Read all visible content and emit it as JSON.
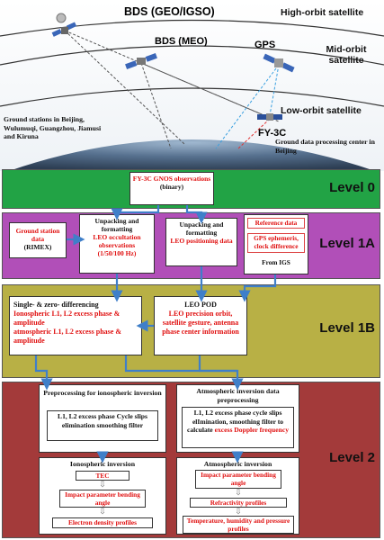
{
  "top": {
    "bds_geo": "BDS (GEO/IGSO)",
    "high_orbit": "High-orbit satellite",
    "bds_meo": "BDS (MEO)",
    "gps": "GPS",
    "mid_orbit": "Mid-orbit satellite",
    "fy3c": "FY-3C",
    "low_orbit": "Low-orbit satellite",
    "ground_stations": "Ground stations in Beijing, Wulumuqi, Guangzhou, Jiamusi and Kiruna",
    "processing_center": "Ground data processing center in Beijing"
  },
  "level0": {
    "label": "Level 0",
    "box_line1": "FY-3C GNOS observations",
    "box_line2": "(binary)"
  },
  "level1a": {
    "label": "Level 1A",
    "ground_station": "Ground station data",
    "rimex": "(RIMEX)",
    "unpack1_a": "Unpacking and formatting",
    "unpack1_b": "LEO occultation observations",
    "unpack1_c": "(1/50/100 Hz)",
    "unpack2_a": "Unpacking and formatting",
    "unpack2_b": "LEO positioning data",
    "reference": "Reference data",
    "ephemeris": "GPS ephemeris, clock difference",
    "from_igs": "From IGS"
  },
  "level1b": {
    "label": "Level 1B",
    "diff_title": "Single- & zero- differencing",
    "diff_iono": "Ionospheric L1, L2 excess phase & amplitude",
    "diff_atmo": "atmospheric L1, L2 excess phase & amplitude",
    "pod_title": "LEO POD",
    "pod_detail": "LEO precision orbit, satellite gesture, antenna phase center information"
  },
  "level2": {
    "label": "Level 2",
    "iono_pre_title": "Preprocessing for ionospheric inversion",
    "iono_pre_body": "L1, L2 excess phase Cycle slips elimination smoothing filter",
    "iono_inv_title": "Ionospheric inversion",
    "tec": "TEC",
    "impact1": "Impact parameter bending angle",
    "electron": "Electron density profiles",
    "atmo_pre_title": "Atmospheric inversion data preprocessing",
    "atmo_pre_body": "L1, L2 excess phase cycle slips elImination, smoothing filter to calculate",
    "atmo_pre_red": "excess Doppler frequency",
    "atmo_inv_title": "Atmospheric inversion",
    "impact2": "Impact parameter bending angle",
    "refractivity": "Refractivity profiles",
    "temperature": "Temperature, humidity and pressure profiles"
  },
  "colors": {
    "level0": "#22a345",
    "level1a": "#b14fb8",
    "level1b": "#b8b045",
    "level2": "#a33a3a",
    "arrow": "#3f7fc9",
    "red_text": "#e01010"
  },
  "icons": [
    "satellite-icon",
    "earth-icon",
    "arrow-icon"
  ]
}
